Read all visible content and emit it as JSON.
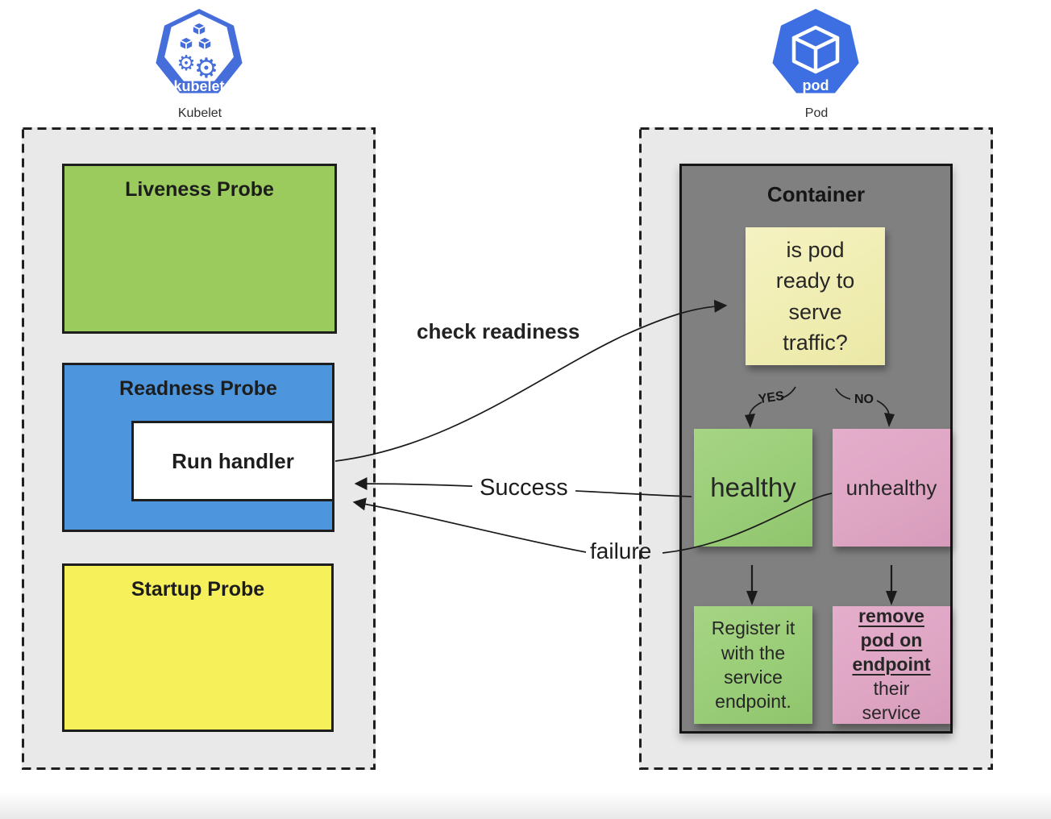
{
  "header": {
    "kubelet_icon_label": "kubelet",
    "kubelet_caption": "Kubelet",
    "pod_icon_label": "pod",
    "pod_caption": "Pod"
  },
  "kubelet_panel": {
    "liveness_label": "Liveness Probe",
    "readiness_label": "Readness Probe",
    "run_handler_label": "Run handler",
    "startup_label": "Startup Probe"
  },
  "pod_panel": {
    "container_title": "Container",
    "question_note": "is pod ready to serve traffic?",
    "yes_label": "YES",
    "no_label": "NO",
    "healthy_note": "healthy",
    "unhealthy_note": "unhealthy",
    "register_note": "Register it with the service endpoint.",
    "remove_note_emphasis": "remove pod on endpoint",
    "remove_note_rest": "their service"
  },
  "edges": {
    "check_readiness_label": "check readiness",
    "success_label": "Success",
    "failure_label": "failure"
  },
  "colors": {
    "kubernetes_blue": "#466edb",
    "panel_gray": "#e9e9e9",
    "liveness_green": "#9acb5c",
    "readiness_blue": "#4d96de",
    "startup_yellow": "#f6f05a",
    "container_gray": "#808080",
    "note_yellow": "#f0edb2",
    "note_green": "#9acd78",
    "note_pink": "#dfa6c4",
    "line_black": "#1a1a1a"
  }
}
